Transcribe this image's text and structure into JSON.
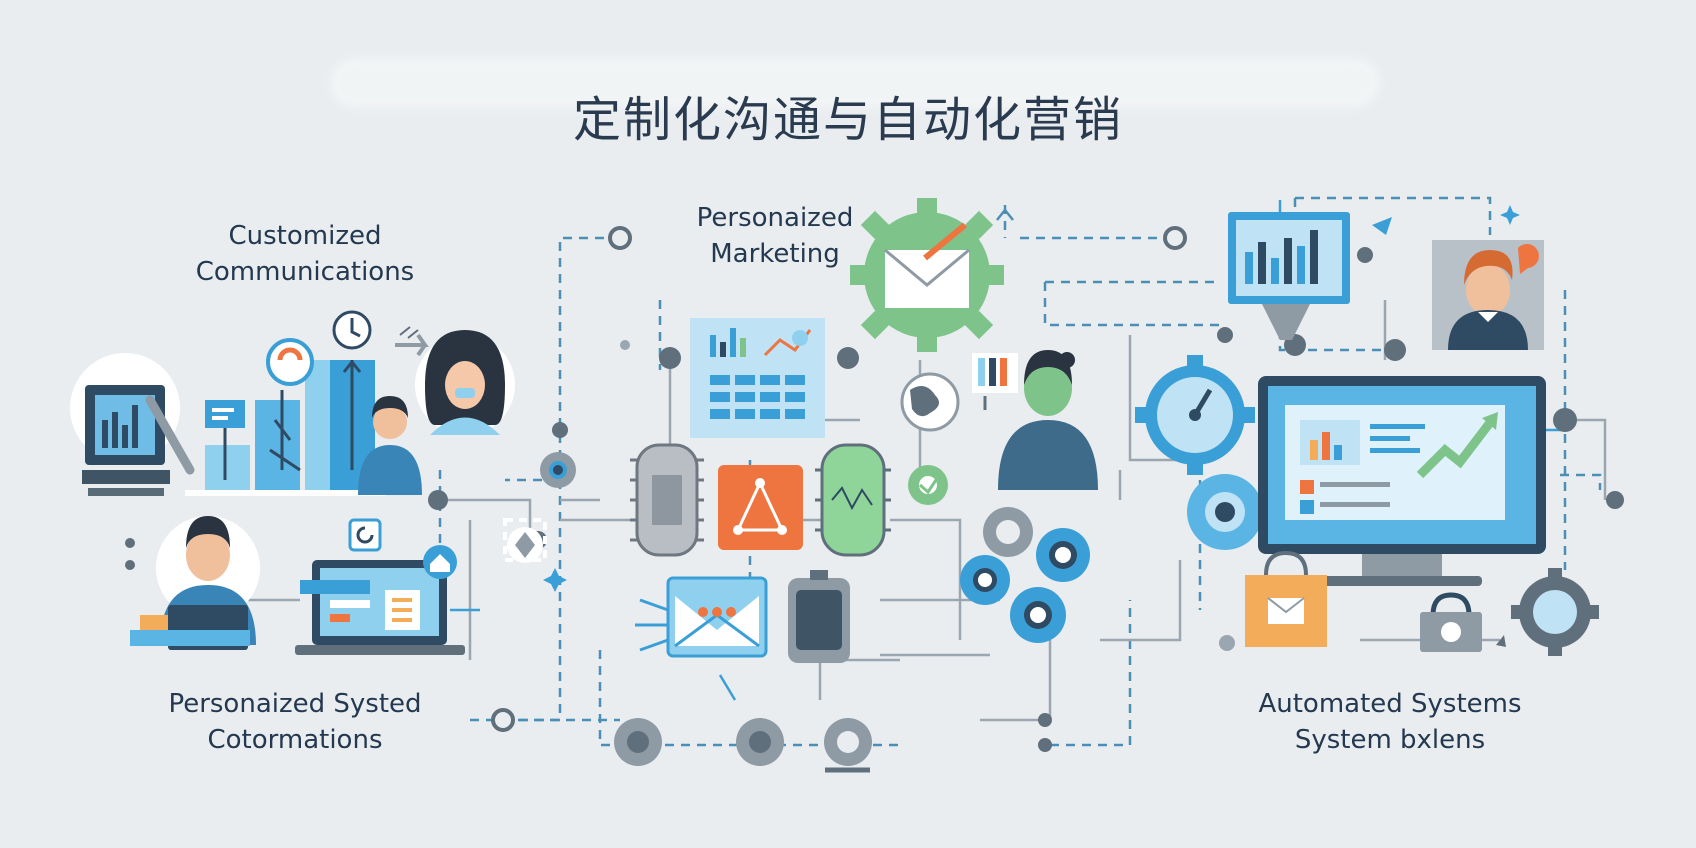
{
  "title": "定制化沟通与自动化营销",
  "labels": {
    "customized_line1": "Customized",
    "customized_line2": "Communications",
    "personalized_marketing_line1": "Personaized",
    "personalized_marketing_line2": "Marketing",
    "personalized_systed_line1": "Personaized Systed",
    "personalized_systed_line2": "Cotormations",
    "automated_line1": "Automated Systems",
    "automated_line2": "System bxlens"
  },
  "colors": {
    "background": "#e9edf0",
    "navy": "#2f4a63",
    "blue": "#3a9fd6",
    "light_blue": "#8fd0ee",
    "green": "#7ec48a",
    "orange": "#ee7440",
    "amber": "#f3ad5a",
    "gray": "#9ea8b1",
    "line": "#4b8fb5"
  },
  "icons": [
    "tablet-chart-icon",
    "stairs-growth-chart-icon",
    "woman-avatar-icon",
    "man-avatar-icon",
    "laptop-user-icon",
    "laptop-dashboard-icon",
    "dashboard-card-icon",
    "chip-icon",
    "network-node-icon",
    "green-chip-icon",
    "email-gear-icon",
    "woman-developer-icon",
    "email-envelope-icon",
    "phone-icon",
    "gears-cluster-icon",
    "monitor-chart-icon",
    "man-portrait-icon",
    "speedometer-gear-icon",
    "computer-monitor-icon",
    "shopping-bag-icon",
    "lock-icon",
    "gear-icon"
  ]
}
